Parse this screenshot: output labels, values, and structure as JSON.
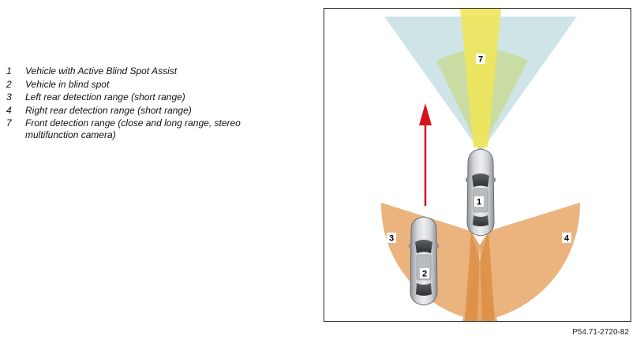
{
  "legend": [
    {
      "num": "1",
      "text": "Vehicle with Active Blind Spot Assist"
    },
    {
      "num": "2",
      "text": "Vehicle in blind spot"
    },
    {
      "num": "3",
      "text": "Left rear detection range (short range)"
    },
    {
      "num": "4",
      "text": "Right rear detection range (short range)"
    },
    {
      "num": "7",
      "text": "Front detection range (close and long range, stereo multifunction camera)"
    }
  ],
  "diagram": {
    "labels": {
      "vehicle_main": "1",
      "vehicle_blind_spot": "2",
      "left_rear_range": "3",
      "right_rear_range": "4",
      "front_range": "7"
    },
    "colors": {
      "rear_range": "#E7A768",
      "rear_range_overlap": "#DB8A3C",
      "front_long_range": "#C6DFE3",
      "front_close_range": "#C8DA96",
      "front_camera_beam": "#EFE55B",
      "arrow": "#D7101E",
      "car_body": "#C2C4C7"
    }
  },
  "reference_code": "P54.71-2720-82"
}
